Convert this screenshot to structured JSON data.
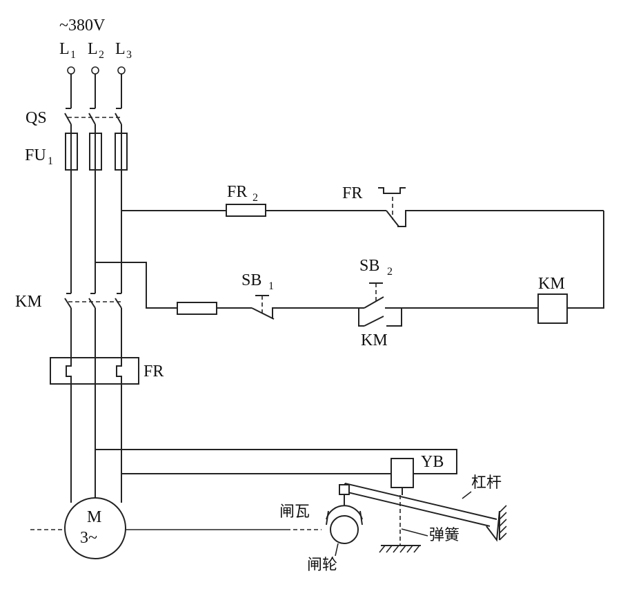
{
  "supply": {
    "voltage": "~380V",
    "phases": [
      {
        "base": "L",
        "sub": "1"
      },
      {
        "base": "L",
        "sub": "2"
      },
      {
        "base": "L",
        "sub": "3"
      }
    ]
  },
  "components": {
    "qs": "QS",
    "fu1": {
      "base": "FU",
      "sub": "1"
    },
    "km_main": "KM",
    "fr_main": "FR",
    "fr2": {
      "base": "FR",
      "sub": "2"
    },
    "fr_contact": "FR",
    "sb1": {
      "base": "SB",
      "sub": "1"
    },
    "sb2": {
      "base": "SB",
      "sub": "2"
    },
    "km_hold": "KM",
    "km_coil": "KM",
    "yb": "YB",
    "motor": {
      "line1": "M",
      "line2": "3~"
    }
  },
  "brake": {
    "lever": "杠杆",
    "shoe": "闸瓦",
    "spring": "弹簧",
    "wheel": "闸轮"
  }
}
